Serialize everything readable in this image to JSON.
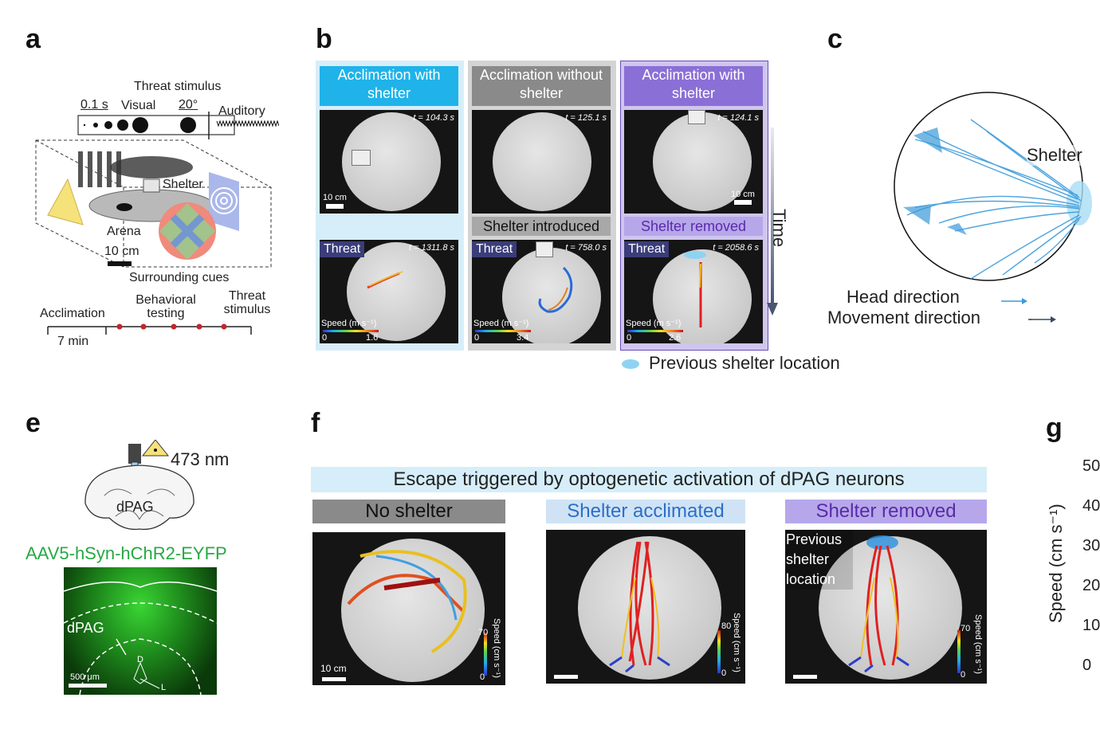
{
  "panels": {
    "a": "a",
    "b": "b",
    "c": "c",
    "e": "e",
    "f": "f",
    "g": "g"
  },
  "a": {
    "threat_stimulus": "Threat stimulus",
    "time_scale": "0.1 s",
    "visual": "Visual",
    "angle": "20°",
    "auditory": "Auditory",
    "shelter": "Shelter",
    "arena": "Arena",
    "scale": "10 cm",
    "cues": "Surrounding cues",
    "acclimation": "Acclimation",
    "behavioral_testing": "Behavioral testing",
    "threat_stim2": "Threat stimulus",
    "duration": "7 min"
  },
  "b": {
    "col1_title": "Acclimation with shelter",
    "col2_title": "Acclimation without shelter",
    "col3_title": "Acclimation with shelter",
    "t1": "t = 104.3 s",
    "t2": "t = 125.1 s",
    "t3": "t = 124.1 s",
    "t4": "t = 1311.8 s",
    "t5": "t = 758.0 s",
    "t6": "t = 2058.6 s",
    "scale1": "10 cm",
    "scale3": "10 cm",
    "shelter_introduced": "Shelter introduced",
    "shelter_removed": "Shelter removed",
    "threat": "Threat",
    "speed_label": "Speed (m s⁻¹)",
    "cb1_min": "0",
    "cb1_max": "1.6",
    "cb2_min": "0",
    "cb2_max": "3.4",
    "cb3_min": "0",
    "cb3_max": "2.6",
    "time": "Time",
    "prev_shelter": "Previous shelter location"
  },
  "c": {
    "shelter": "Shelter",
    "head_direction": "Head direction",
    "movement_direction": "Movement direction",
    "colors": {
      "head": "#3b9ad9",
      "movement": "#3a4a66"
    }
  },
  "e": {
    "wavelength": "473 nm",
    "dpag": "dPAG",
    "virus": "AAV5-hSyn-hChR2-EYFP",
    "dpag2": "dPAG",
    "scale": "500 μm",
    "d": "D",
    "l": "L"
  },
  "f": {
    "title": "Escape triggered by optogenetic activation of dPAG neurons",
    "no_shelter": "No shelter",
    "acclimated": "Shelter acclimated",
    "removed": "Shelter removed",
    "scale": "10 cm",
    "speed": "Speed (cm s⁻¹)",
    "cb1_max": "70",
    "cb1_min": "0",
    "cb2_max": "80",
    "cb2_min": "0",
    "cb3_max": "70",
    "cb3_min": "0",
    "previous": "Previous shelter location"
  },
  "g": {
    "ylabel": "Speed (cm s⁻¹)",
    "ticks": [
      "50",
      "40",
      "30",
      "20",
      "10",
      "0"
    ]
  },
  "colors": {
    "cyan": "#1fb3ea",
    "gray": "#8a8a8a",
    "purple": "#8a6fd6",
    "green": "#27a844",
    "panel_cyan_bg": "#d6eef9",
    "panel_gray_bg": "#d4d4d4",
    "panel_purple_bg": "#cfc5ee"
  }
}
